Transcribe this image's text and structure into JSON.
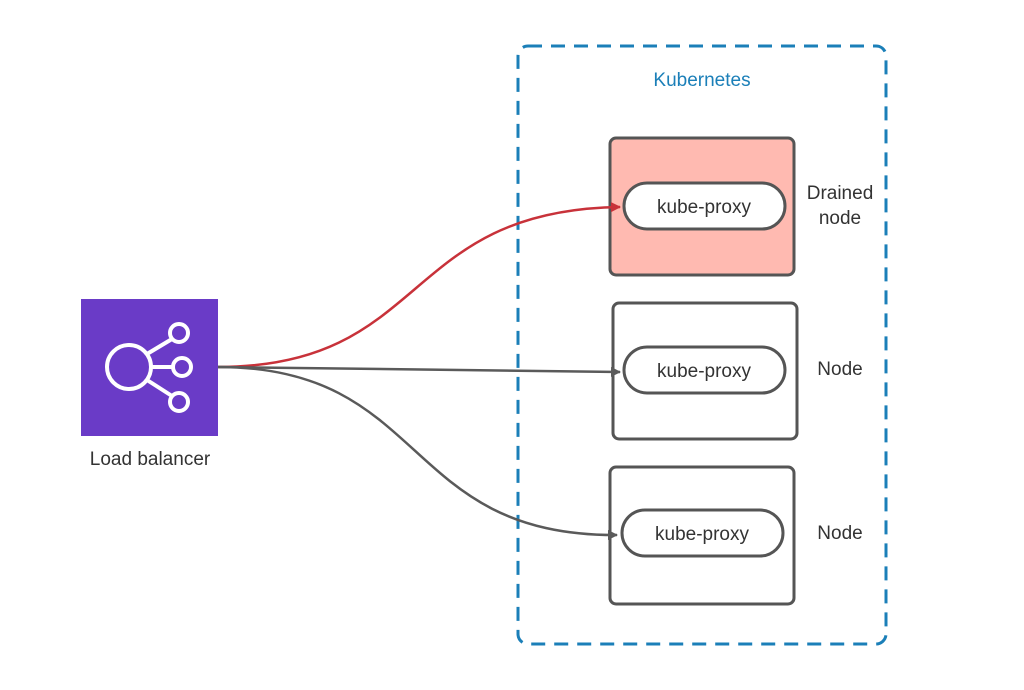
{
  "cluster": {
    "label": "Kubernetes"
  },
  "load_balancer": {
    "label": "Load balancer",
    "icon": "load-balancer-icon"
  },
  "nodes": [
    {
      "proxy_label": "kube-proxy",
      "label_line1": "Drained",
      "label_line2": "node",
      "state": "drained"
    },
    {
      "proxy_label": "kube-proxy",
      "label_line1": "Node",
      "label_line2": "",
      "state": "normal"
    },
    {
      "proxy_label": "kube-proxy",
      "label_line1": "Node",
      "label_line2": "",
      "state": "normal"
    }
  ],
  "colors": {
    "cluster_border": "#1b7fb8",
    "cluster_label": "#1b7fb8",
    "load_balancer_fill": "#6a3bc7",
    "drained_fill": "#ffbab1",
    "node_border": "#555555",
    "edge_default": "#5a5a5a",
    "edge_drained": "#c8323a"
  }
}
